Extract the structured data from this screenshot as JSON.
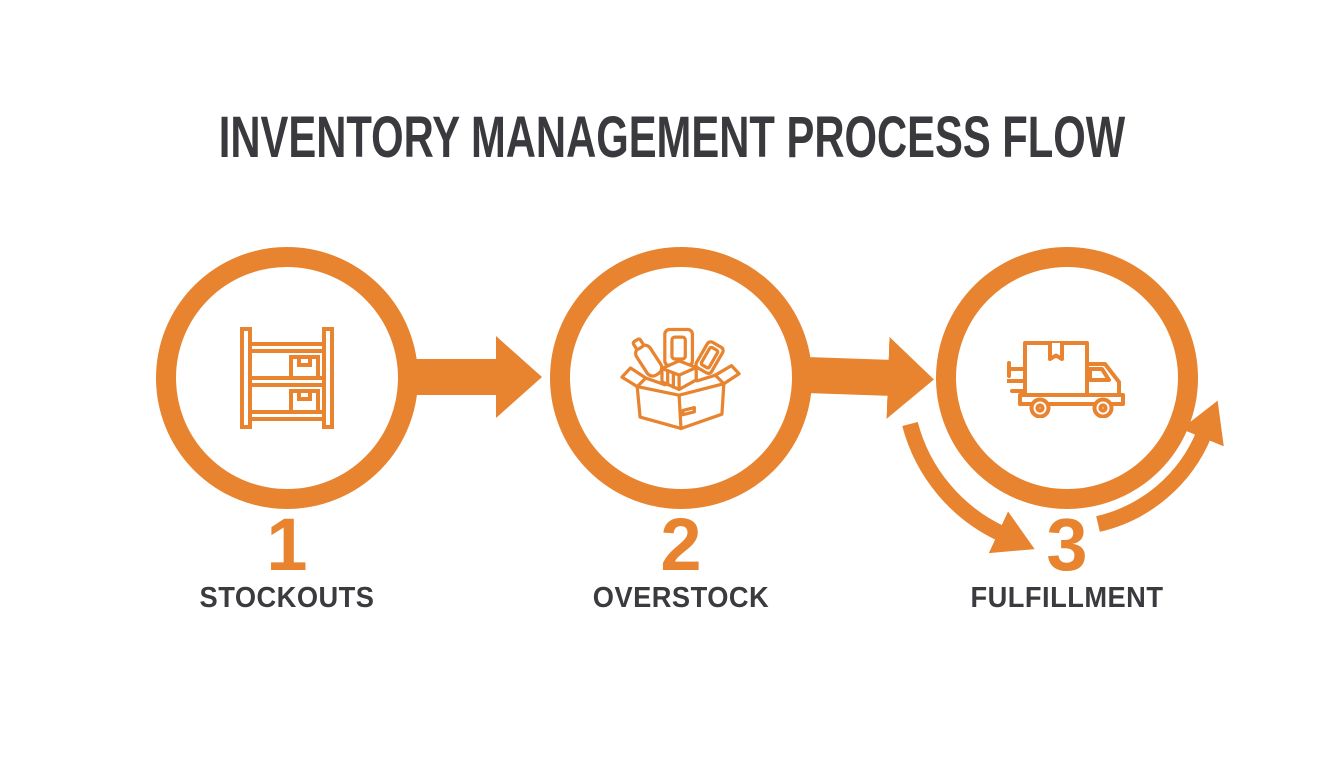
{
  "title": "INVENTORY MANAGEMENT PROCESS FLOW",
  "colors": {
    "accent": "#E8842F",
    "heading_text": "#3A3A3E",
    "label_text": "#3B3B3F",
    "background": "#FFFFFF"
  },
  "steps": [
    {
      "number": "1",
      "label": "STOCKOUTS",
      "icon": "warehouse-shelf-icon"
    },
    {
      "number": "2",
      "label": "OVERSTOCK",
      "icon": "overflowing-box-icon"
    },
    {
      "number": "3",
      "label": "FULFILLMENT",
      "icon": "delivery-truck-icon"
    }
  ],
  "connectors": [
    {
      "type": "straight-arrow",
      "from": "STOCKOUTS",
      "to": "OVERSTOCK"
    },
    {
      "type": "straight-arrow",
      "from": "OVERSTOCK",
      "to": "FULFILLMENT"
    },
    {
      "type": "curved-arrow",
      "direction": "down-right",
      "position": "lower-left-of-fulfillment"
    },
    {
      "type": "curved-arrow",
      "direction": "up-right",
      "position": "lower-right-of-fulfillment"
    }
  ]
}
